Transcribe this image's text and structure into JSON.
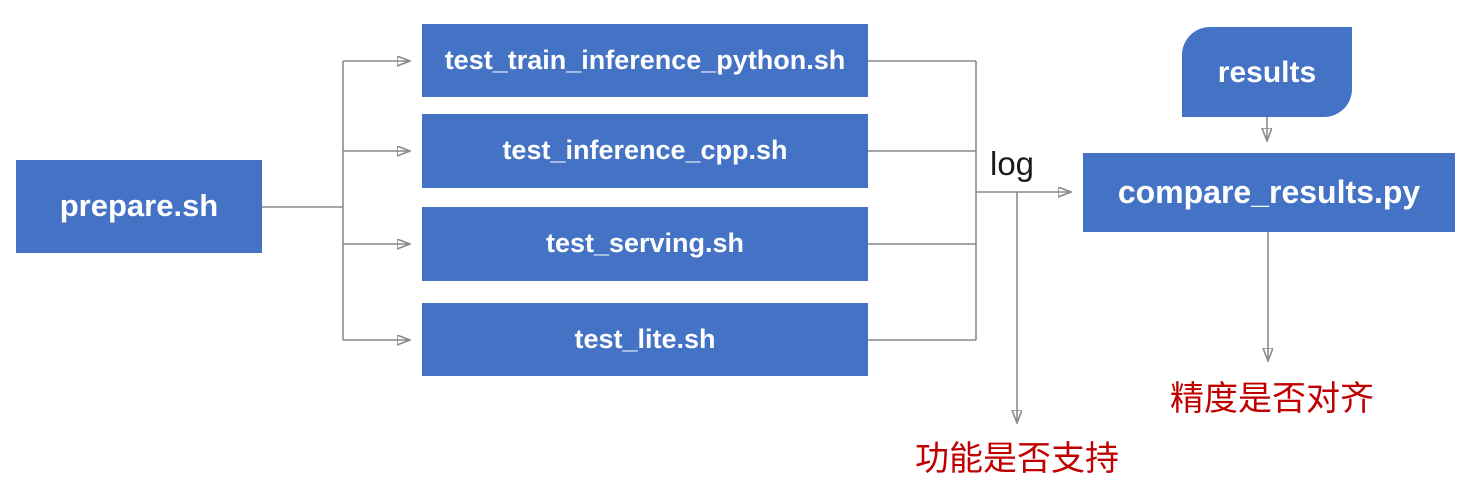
{
  "diagram": {
    "title": "test pipeline flow",
    "nodes": {
      "prepare": {
        "label": "prepare.sh"
      },
      "test1": {
        "label": "test_train_inference_python.sh"
      },
      "test2": {
        "label": "test_inference_cpp.sh"
      },
      "test3": {
        "label": "test_serving.sh"
      },
      "test4": {
        "label": "test_lite.sh"
      },
      "results": {
        "label": "results"
      },
      "compare": {
        "label": "compare_results.py"
      }
    },
    "edge_labels": {
      "log": "log"
    },
    "annotations": {
      "feature_check": "功能是否支持",
      "accuracy_check": "精度是否对齐"
    },
    "colors": {
      "node_fill": "#4472C4",
      "node_text": "#ffffff",
      "connector_gray": "#8a8a8a",
      "arrowhead_gray": "#7a7a7a",
      "annotation_red": "#C00000",
      "edge_label_black": "#1a1a1a",
      "background": "#ffffff"
    }
  }
}
